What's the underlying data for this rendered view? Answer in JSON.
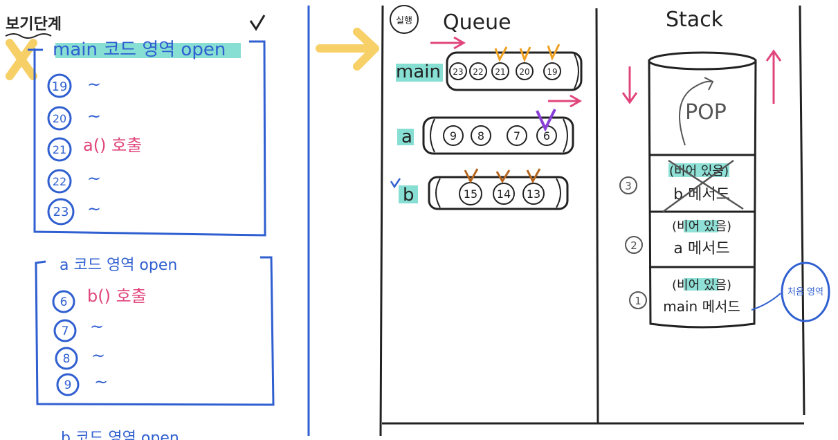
{
  "left_panel": {
    "header": "보기단계",
    "main_box": {
      "title": "main 코드 영역 open",
      "lines": [
        {
          "num": "19",
          "text": "~"
        },
        {
          "num": "20",
          "text": "~"
        },
        {
          "num": "21",
          "text": "a() 호출"
        },
        {
          "num": "22",
          "text": "~"
        },
        {
          "num": "23",
          "text": "~"
        }
      ]
    },
    "a_box": {
      "title": "a 코드 영역 open",
      "lines": [
        {
          "num": "6",
          "text": "b() 호출"
        },
        {
          "num": "7",
          "text": "~"
        },
        {
          "num": "8",
          "text": "~"
        },
        {
          "num": "9",
          "text": "~"
        }
      ]
    },
    "b_box_title": "b 코드 영역 open"
  },
  "right_panel": {
    "stage_label": "실행",
    "queue": {
      "title": "Queue",
      "rows": [
        {
          "label": "main",
          "items": [
            "23",
            "22",
            "21",
            "20",
            "19"
          ]
        },
        {
          "label": "a",
          "items": [
            "9",
            "8",
            "7",
            "6"
          ]
        },
        {
          "label": "b",
          "items": [
            "15",
            "14",
            "13"
          ]
        }
      ]
    },
    "stack": {
      "title": "Stack",
      "pop_label": "POP",
      "frames": [
        {
          "num": "3",
          "top": "(비어 있음)",
          "name": "b 메서드"
        },
        {
          "num": "2",
          "top": "(비어 있음)",
          "name": "a 메서드"
        },
        {
          "num": "1",
          "top": "(비어 있음)",
          "name": "main 메서드"
        }
      ],
      "side_note": "처음 영역"
    }
  },
  "colors": {
    "blue": "#2f5fd0",
    "pink": "#e0457b",
    "teal_highlight": "#5fd3c4",
    "yellow_mark": "#f5c542",
    "orange_check": "#f0a020",
    "purple_check": "#8a3ed8",
    "brown_check": "#b5651d"
  }
}
